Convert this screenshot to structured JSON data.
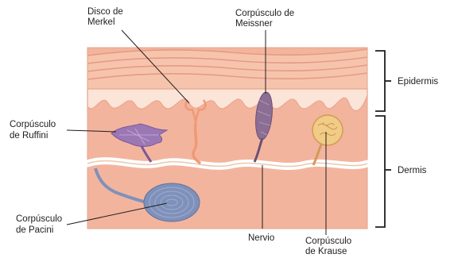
{
  "labels": {
    "merkel": [
      "Disco de",
      "Merkel"
    ],
    "meissner": [
      "Corpúsculo de",
      "Meissner"
    ],
    "ruffini": [
      "Corpúsculo",
      "de Ruffini"
    ],
    "pacini": [
      "Corpúsculo",
      "de Pacini"
    ],
    "nervio": "Nervio",
    "krause": [
      "Corpúsculo",
      "de Krause"
    ],
    "epidermis": "Epidermis",
    "dermis": "Dermis"
  },
  "colors": {
    "dermis": "#f3b49e",
    "epidermis_stripes": "#f6c4ad",
    "epidermis_lines": "#e79b82",
    "basal_light": "#fbe4d8",
    "ruffini": "#9b78b4",
    "meissner": "#8c6e94",
    "merkel": "#ef9a75",
    "pacini": "#7f91ba",
    "krause": "#f0cc86",
    "nerve": "#f4e7d6"
  }
}
